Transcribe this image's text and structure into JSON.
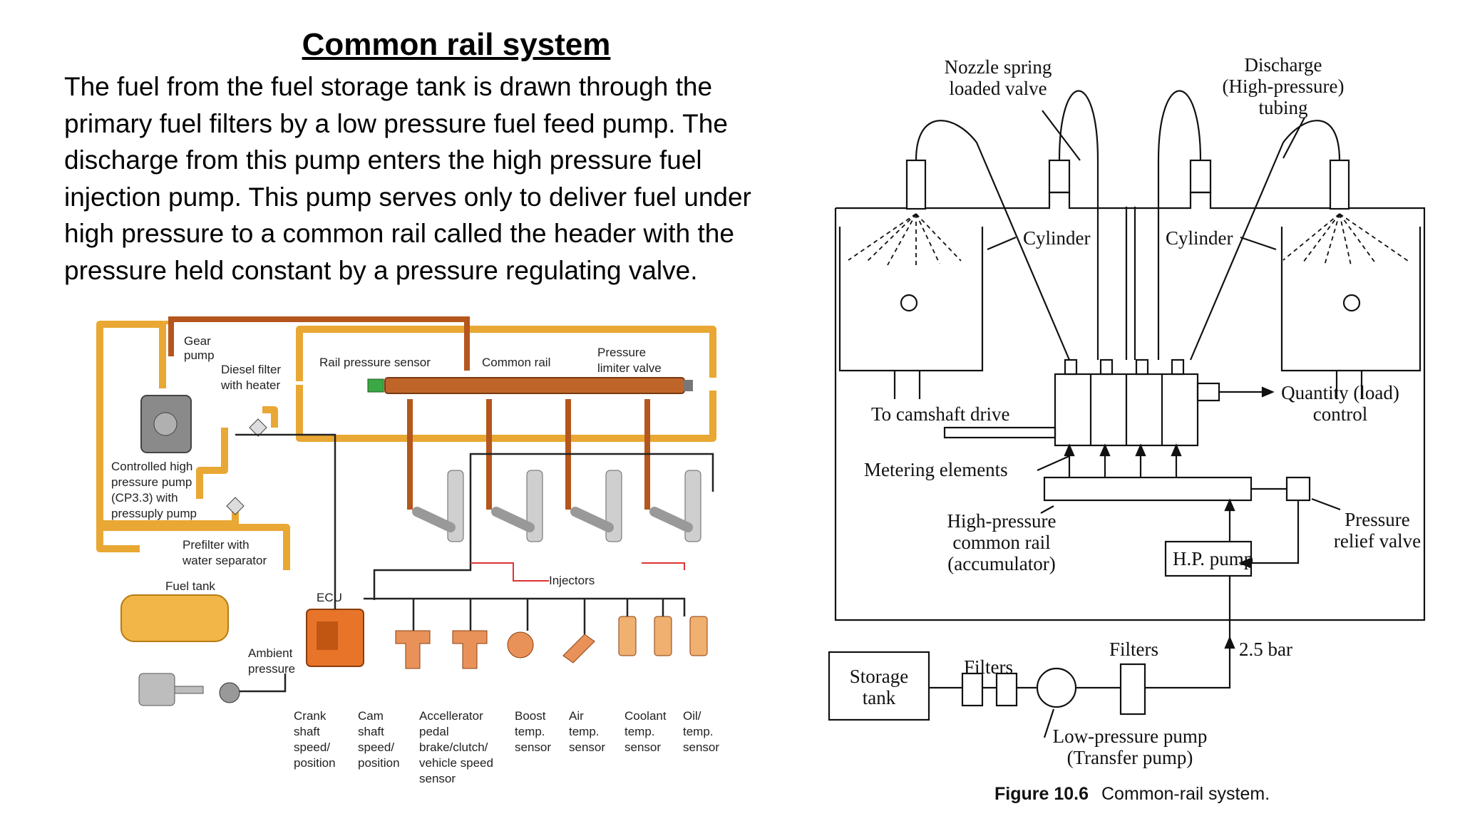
{
  "slide": {
    "title": "Common rail system",
    "body_lines": [
      "The fuel from the fuel storage tank is drawn through the",
      "primary fuel filters by a low pressure fuel feed pump. The",
      "discharge from this pump enters the high pressure fuel",
      "injection pump. This pump serves only to deliver fuel under",
      "high pressure to a common rail called the header with the",
      "pressure held constant by a pressure regulating valve."
    ]
  },
  "left_diagram": {
    "labels": {
      "gear_pump": [
        "Gear",
        "pump"
      ],
      "diesel_filter": [
        "Diesel filter",
        "with heater"
      ],
      "rail_pressure_sensor": "Rail pressure sensor",
      "common_rail": "Common rail",
      "pressure_limiter": [
        "Pressure",
        "limiter valve"
      ],
      "hp_pump": [
        "Controlled high",
        "pressure pump",
        "(CP3.3) with",
        "pressuply pump"
      ],
      "prefilter": [
        "Prefilter with",
        "water separator"
      ],
      "fuel_tank": "Fuel tank",
      "ecu": "ECU",
      "injectors": "Injectors",
      "ambient_pressure": [
        "Ambient",
        "pressure"
      ]
    },
    "sensors": [
      [
        "Crank",
        "shaft",
        "speed/",
        "position"
      ],
      [
        "Cam",
        "shaft",
        "speed/",
        "position"
      ],
      [
        "Accellerator",
        "pedal",
        "brake/clutch/",
        "vehicle speed",
        "sensor"
      ],
      [
        "Boost",
        "temp.",
        "sensor"
      ],
      [
        "Air",
        "temp.",
        "sensor"
      ],
      [
        "Coolant",
        "temp.",
        "sensor"
      ],
      [
        "Oil/",
        "temp.",
        "sensor"
      ]
    ],
    "colors": {
      "fuel_line": "#f0b443",
      "high_pressure": "#c0652a",
      "ecu": "#e8742a"
    }
  },
  "right_diagram": {
    "labels": {
      "nozzle_valve": [
        "Nozzle spring",
        "loaded valve"
      ],
      "discharge_tubing": [
        "Discharge",
        "(High-pressure)",
        "tubing"
      ],
      "cylinder_left": "Cylinder",
      "cylinder_right": "Cylinder",
      "camshaft": "To camshaft drive",
      "quantity_control": [
        "Quantity (load)",
        "control"
      ],
      "metering": "Metering elements",
      "hp_rail": [
        "High-pressure",
        "common rail",
        "(accumulator)"
      ],
      "hp_pump": "H.P. pump",
      "relief_valve": [
        "Pressure",
        "relief valve"
      ],
      "storage_tank": [
        "Storage",
        "tank"
      ],
      "filters_left": "Filters",
      "filters_right": "Filters",
      "bar": "2.5 bar",
      "lp_pump": [
        "Low-pressure pump",
        "(Transfer pump)"
      ]
    },
    "caption_number": "Figure 10.6",
    "caption_text": "Common-rail system."
  }
}
